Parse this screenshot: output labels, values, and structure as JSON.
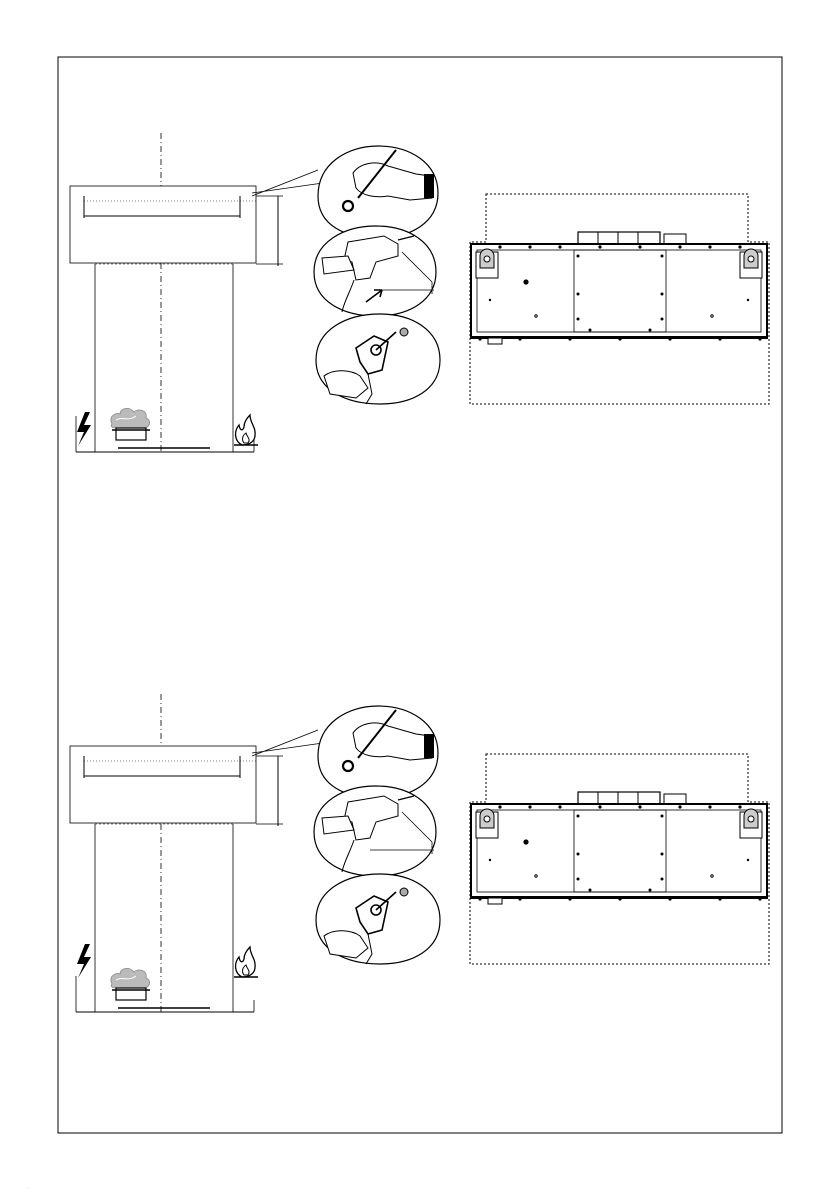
{
  "document": {
    "type": "installation-diagram-page",
    "panel_count": 2,
    "footer_marker": "·"
  },
  "panels": [
    {
      "name": "upper",
      "steps": [
        "mark-drill-points",
        "drill-holes",
        "fix-bracket-with-screw"
      ],
      "icons": [
        "electric-hazard-icon",
        "cooktop-steam-icon",
        "gas-flame-icon"
      ]
    },
    {
      "name": "lower",
      "steps": [
        "mark-drill-points",
        "drill-holes",
        "fix-bracket-with-screw"
      ],
      "icons": [
        "electric-hazard-icon",
        "cooktop-steam-icon",
        "gas-flame-icon"
      ]
    }
  ],
  "colors": {
    "line": "#000000",
    "cabinet_fill": "#ffffff",
    "dimension": "#000000"
  }
}
